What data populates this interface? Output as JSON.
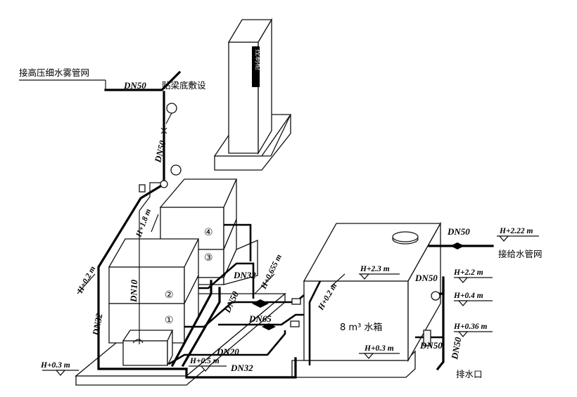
{
  "labels": {
    "high_pressure_mist": "接高压细水雾管网",
    "under_beam": "贴梁底敷设",
    "supply_network": "接给水管网",
    "drain_outlet": "排水口",
    "tank_name": "8 m³ 水箱",
    "cabinet_text": "控制柜"
  },
  "pipe_sizes": {
    "top_main": "DN50",
    "riser_main": "DN50",
    "left_riser": "DN32",
    "unit_riser": "DN10",
    "pump_diag": "DN50",
    "pump_upper": "DN32",
    "suction": "DN65",
    "bottom_1": "DN20",
    "bottom_2": "DN32",
    "supply_in": "DN50",
    "tank_outlet": "DN50",
    "drain_pipe": "DN50"
  },
  "elevations": {
    "left_h02": "H+0.2 m",
    "left_h18": "H+1.8 m",
    "floor_h03": "H+0.3 m",
    "base_h05": "H+0.5 m",
    "pump_h0655": "H+0.655 m",
    "tank_h23": "H+2.3 m",
    "tank_h02": "H+0.2 m",
    "tank_h03": "H+0.3 m",
    "right_h222": "H+2.22 m",
    "right_h22": "H+2.2 m",
    "right_h04": "H+0.4 m",
    "right_h036": "H+0.36 m"
  },
  "units": [
    "①",
    "②",
    "③",
    "④"
  ]
}
